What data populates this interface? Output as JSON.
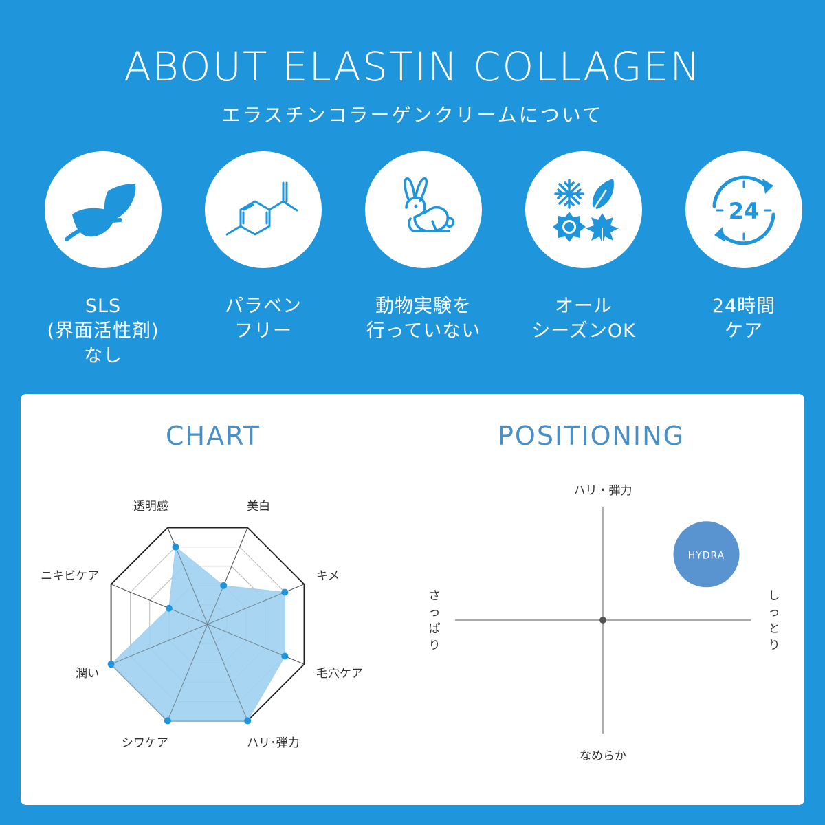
{
  "header": {
    "title": "ABOUT ELASTIN COLLAGEN",
    "subtitle": "エラスチンコラーゲンクリームについて"
  },
  "features": [
    {
      "icon": "leaf-icon",
      "label": "SLS\n(界面活性剤)\nなし"
    },
    {
      "icon": "molecule-icon",
      "label": "パラベン\nフリー"
    },
    {
      "icon": "rabbit-icon",
      "label": "動物実験を\n行っていない"
    },
    {
      "icon": "four-seasons-icon",
      "label": "オール\nシーズンOK"
    },
    {
      "icon": "24-hour-icon",
      "label": "24時間\nケア",
      "icon_text": "24"
    }
  ],
  "colors": {
    "background": "#1f96dc",
    "panel": "#ffffff",
    "accent_title": "#4a90c8",
    "radar_fill": "#9fd0ef",
    "radar_point": "#1f96dc",
    "bubble": "#5a94d0"
  },
  "chart_data": [
    {
      "type": "radar",
      "title": "CHART",
      "axes": [
        "美白",
        "キメ",
        "毛穴ケア",
        "ハリ･弾力",
        "シワケア",
        "潤い",
        "ニキビケア",
        "透明感"
      ],
      "values": [
        2,
        4,
        4,
        5,
        5,
        5,
        2,
        4
      ],
      "max": 5,
      "levels": 5
    },
    {
      "type": "scatter",
      "title": "POSITIONING",
      "axis_top": "ハリ・弾力",
      "axis_bottom": "なめらか",
      "axis_left": "さっぱり",
      "axis_right": "しっとり",
      "xlim": [
        -1,
        1
      ],
      "ylim": [
        -1,
        1
      ],
      "points": [
        {
          "label": "HYDRA",
          "x": 0.7,
          "y": 0.58
        }
      ]
    }
  ]
}
